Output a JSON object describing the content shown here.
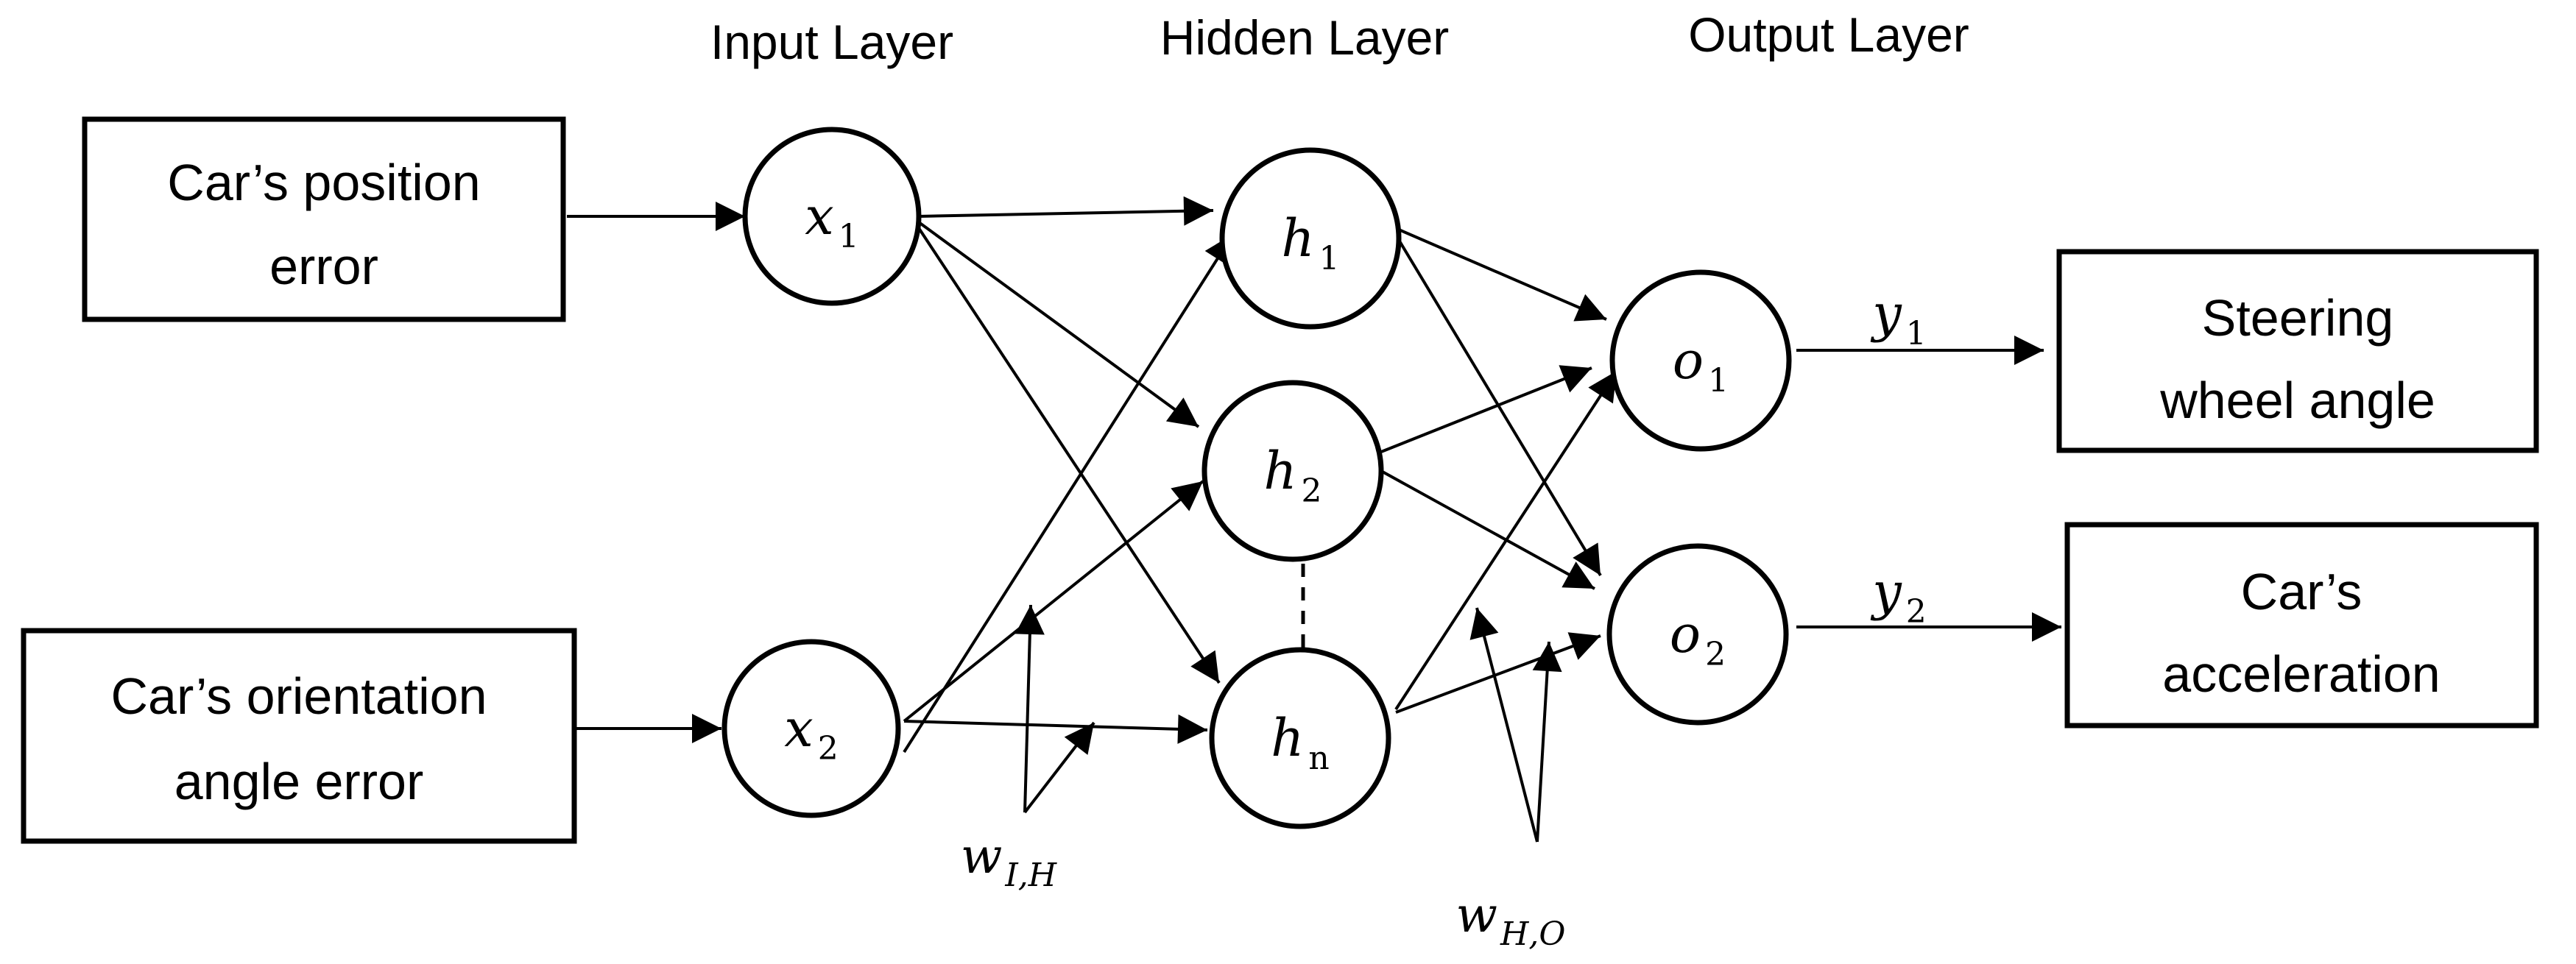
{
  "layers": {
    "input": "Input Layer",
    "hidden": "Hidden Layer",
    "output": "Output Layer"
  },
  "inputs": [
    {
      "line1": "Car’s position",
      "line2": "error"
    },
    {
      "line1": "Car’s orientation",
      "line2": "angle error"
    }
  ],
  "outputs": [
    {
      "line1": "Steering",
      "line2": "wheel angle"
    },
    {
      "line1": "Car’s",
      "line2": "acceleration"
    }
  ],
  "nodes": {
    "x1": {
      "base": "x",
      "sub": "1"
    },
    "x2": {
      "base": "x",
      "sub": "2"
    },
    "h1": {
      "base": "h",
      "sub": "1"
    },
    "h2": {
      "base": "h",
      "sub": "2"
    },
    "hn": {
      "base": "h",
      "sub": "n"
    },
    "o1": {
      "base": "o",
      "sub": "1"
    },
    "o2": {
      "base": "o",
      "sub": "2"
    }
  },
  "output_signals": {
    "y1": {
      "base": "y",
      "sub": "1"
    },
    "y2": {
      "base": "y",
      "sub": "2"
    }
  },
  "weights": {
    "input_hidden": {
      "base": "w",
      "sub": "I,H"
    },
    "hidden_output": {
      "base": "w",
      "sub": "H,O"
    }
  }
}
